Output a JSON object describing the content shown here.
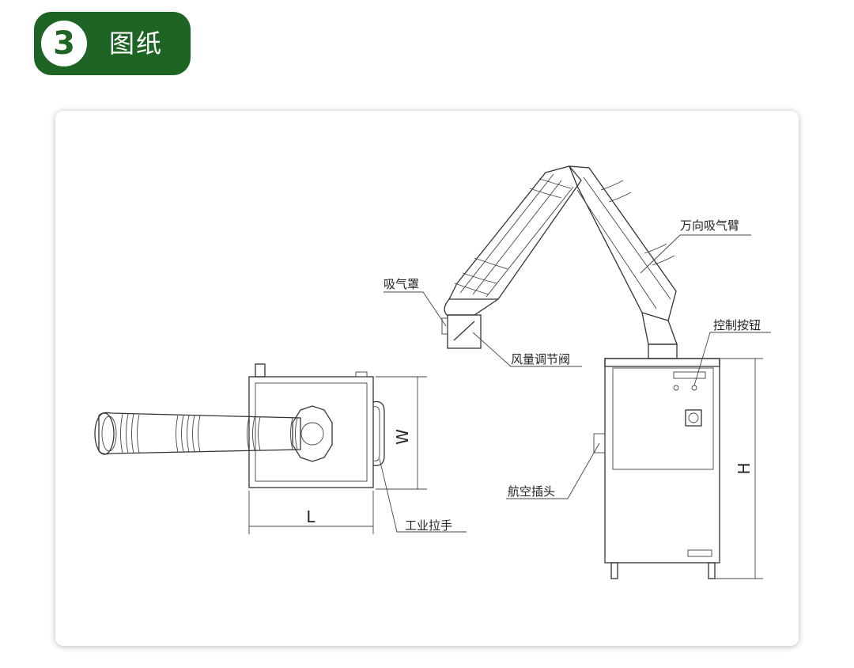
{
  "header": {
    "number": "3",
    "title": "图纸"
  },
  "labels": {
    "arm": "万向吸气臂",
    "hood": "吸气罩",
    "damper": "风量调节阀",
    "button": "控制按钮",
    "plug": "航空插头",
    "handle": "工业拉手"
  },
  "dimensions": {
    "length": "L",
    "width": "W",
    "height": "H"
  },
  "colors": {
    "badge": "#1e6424",
    "line": "#333333"
  }
}
